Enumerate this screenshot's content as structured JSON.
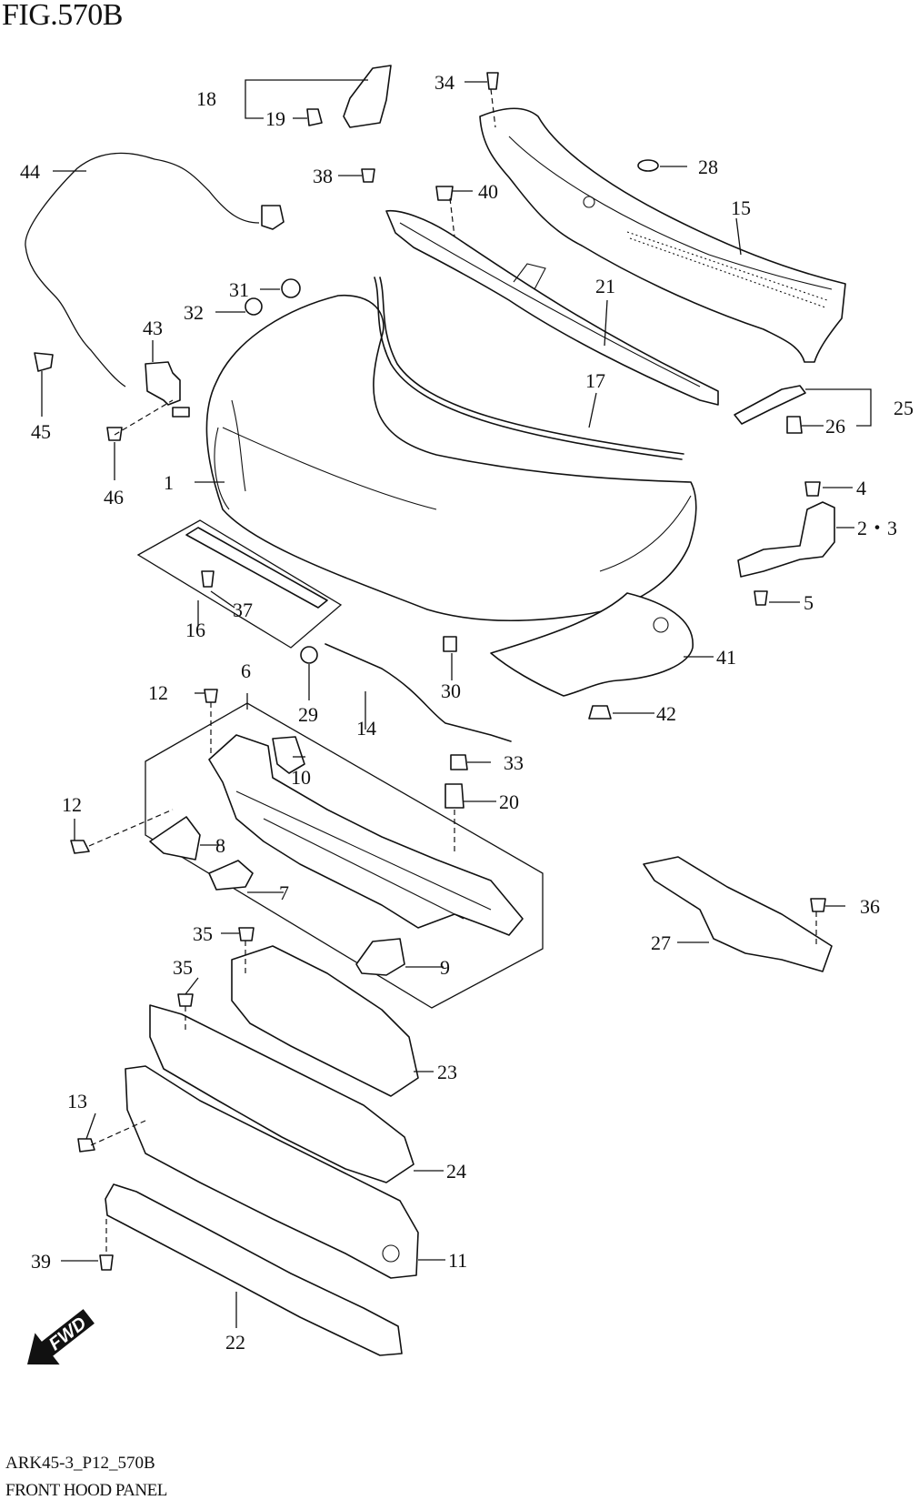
{
  "figure": {
    "title": "FIG.570B",
    "code": "ARK45-3_P12_570B",
    "caption": "FRONT HOOD PANEL",
    "direction_badge": "FWD"
  },
  "callouts": [
    {
      "id": "c1",
      "label": "1"
    },
    {
      "id": "c2-3",
      "label": "2・3"
    },
    {
      "id": "c4",
      "label": "4"
    },
    {
      "id": "c5",
      "label": "5"
    },
    {
      "id": "c6",
      "label": "6"
    },
    {
      "id": "c7",
      "label": "7"
    },
    {
      "id": "c8",
      "label": "8"
    },
    {
      "id": "c9",
      "label": "9"
    },
    {
      "id": "c10",
      "label": "10"
    },
    {
      "id": "c11",
      "label": "11"
    },
    {
      "id": "c12a",
      "label": "12"
    },
    {
      "id": "c12b",
      "label": "12"
    },
    {
      "id": "c13",
      "label": "13"
    },
    {
      "id": "c14",
      "label": "14"
    },
    {
      "id": "c15",
      "label": "15"
    },
    {
      "id": "c16",
      "label": "16"
    },
    {
      "id": "c17",
      "label": "17"
    },
    {
      "id": "c18",
      "label": "18"
    },
    {
      "id": "c19",
      "label": "19"
    },
    {
      "id": "c20",
      "label": "20"
    },
    {
      "id": "c21",
      "label": "21"
    },
    {
      "id": "c22",
      "label": "22"
    },
    {
      "id": "c23",
      "label": "23"
    },
    {
      "id": "c24",
      "label": "24"
    },
    {
      "id": "c25",
      "label": "25"
    },
    {
      "id": "c26",
      "label": "26"
    },
    {
      "id": "c27",
      "label": "27"
    },
    {
      "id": "c28",
      "label": "28"
    },
    {
      "id": "c29",
      "label": "29"
    },
    {
      "id": "c30",
      "label": "30"
    },
    {
      "id": "c31",
      "label": "31"
    },
    {
      "id": "c32",
      "label": "32"
    },
    {
      "id": "c33",
      "label": "33"
    },
    {
      "id": "c34",
      "label": "34"
    },
    {
      "id": "c35a",
      "label": "35"
    },
    {
      "id": "c35b",
      "label": "35"
    },
    {
      "id": "c36",
      "label": "36"
    },
    {
      "id": "c37",
      "label": "37"
    },
    {
      "id": "c38",
      "label": "38"
    },
    {
      "id": "c39",
      "label": "39"
    },
    {
      "id": "c40",
      "label": "40"
    },
    {
      "id": "c41",
      "label": "41"
    },
    {
      "id": "c42",
      "label": "42"
    },
    {
      "id": "c43",
      "label": "43"
    },
    {
      "id": "c44",
      "label": "44"
    },
    {
      "id": "c45",
      "label": "45"
    },
    {
      "id": "c46",
      "label": "46"
    }
  ]
}
